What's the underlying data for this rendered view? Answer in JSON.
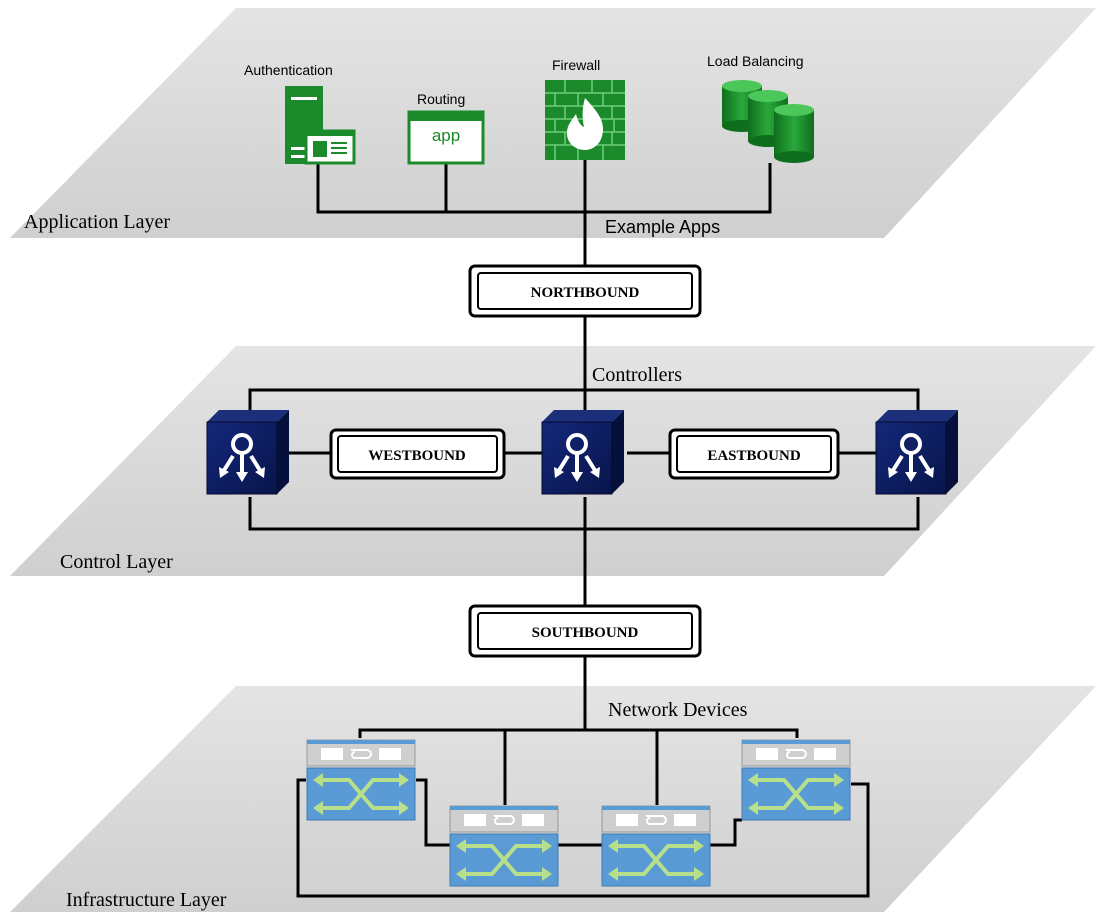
{
  "layers": {
    "application": {
      "label": "Application Layer",
      "caption": "Example Apps"
    },
    "control": {
      "label": "Control Layer",
      "caption": "Controllers"
    },
    "infrastructure": {
      "label": "Infrastructure Layer",
      "caption": "Network Devices"
    }
  },
  "apps": {
    "authentication": {
      "label": "Authentication",
      "icon": "server-with-card-icon"
    },
    "routing": {
      "label": "Routing",
      "icon_text": "app",
      "icon": "app-window-icon"
    },
    "firewall": {
      "label": "Firewall",
      "icon": "firewall-icon"
    },
    "load_balancing": {
      "label": "Load Balancing",
      "icon": "database-stack-icon"
    }
  },
  "interfaces": {
    "northbound": "NORTHBOUND",
    "southbound": "SOUTHBOUND",
    "westbound": "WESTBOUND",
    "eastbound": "EASTBOUND"
  },
  "colors": {
    "plane": "#dcdcdc",
    "app_green": "#1a8a2a",
    "controller_navy": "#0b1a5c",
    "switch_blue": "#5b9bd5",
    "switch_arrow": "#b8e08a",
    "switch_top": "#c8c8c8"
  }
}
